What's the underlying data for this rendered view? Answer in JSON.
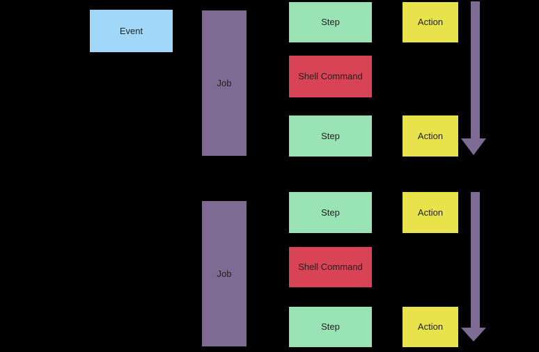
{
  "colors": {
    "bg": "#000000",
    "event": "#a1d8fa",
    "job": "#7d6b93",
    "step": "#99e2b4",
    "shell": "#d94356",
    "action": "#e8e34a",
    "arrow": "#7d6b93",
    "text": "#1f1f1f"
  },
  "diagram": {
    "event": {
      "label": "Event"
    },
    "groups": [
      {
        "job": {
          "label": "Job"
        },
        "rows": [
          {
            "step": "Step",
            "action": "Action"
          },
          {
            "shell": "Shell Command"
          },
          {
            "step": "Step",
            "action": "Action"
          }
        ]
      },
      {
        "job": {
          "label": "Job"
        },
        "rows": [
          {
            "step": "Step",
            "action": "Action"
          },
          {
            "shell": "Shell Command"
          },
          {
            "step": "Step",
            "action": "Action"
          }
        ]
      }
    ]
  }
}
